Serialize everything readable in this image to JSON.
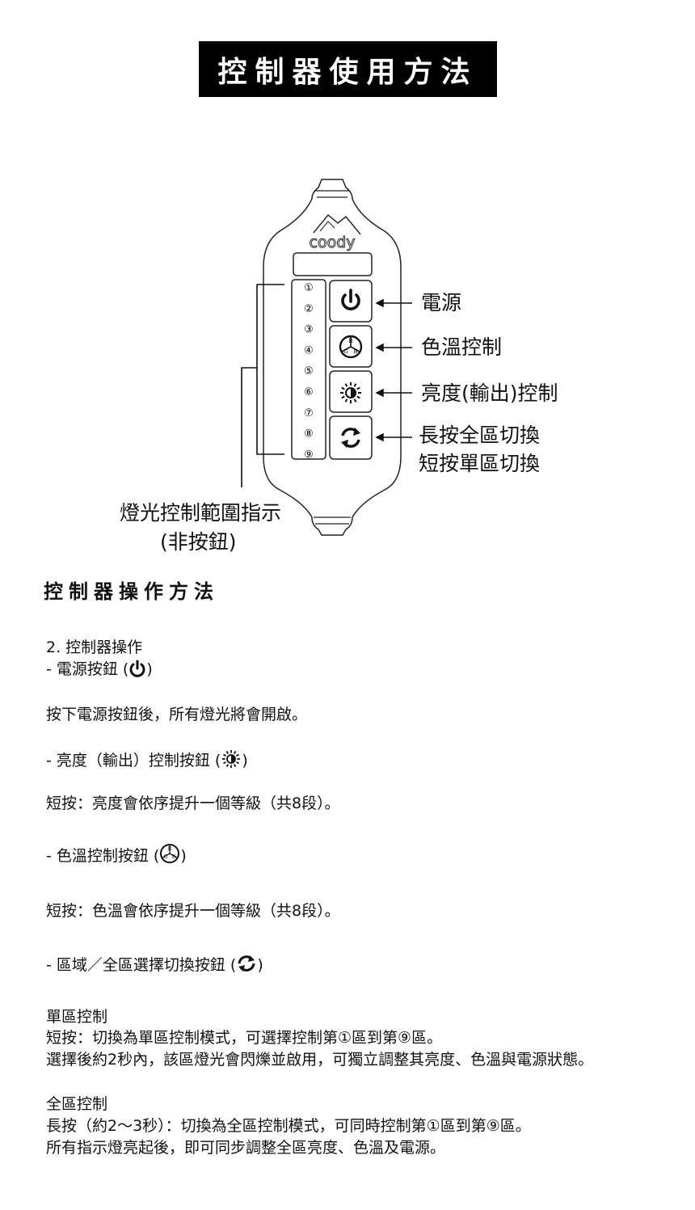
{
  "header": {
    "title": "控制器使用方法"
  },
  "device": {
    "brand": "coody",
    "zones": [
      "①",
      "②",
      "③",
      "④",
      "⑤",
      "⑥",
      "⑦",
      "⑧",
      "⑨"
    ]
  },
  "callouts": {
    "power": "電源",
    "color_temp": "色溫控制",
    "brightness": "亮度(輸出)控制",
    "zone_long": "長按全區切換",
    "zone_short": "短按單區切換",
    "indicator_line1": "燈光控制範圍指示",
    "indicator_line2": "(非按鈕)"
  },
  "section": {
    "heading": "控制器操作方法",
    "step_title": "2. 控制器操作",
    "power_label": "- 電源按鈕 (",
    "power_desc": "按下電源按鈕後，所有燈光將會開啟。",
    "bright_label": "- 亮度（輸出）控制按鈕 (",
    "bright_desc": "短按：亮度會依序提升一個等級（共8段）。",
    "color_label": "- 色溫控制按鈕 (",
    "color_desc": "短按：色溫會依序提升一個等級（共8段）。",
    "zone_label": "- 區域／全區選擇切換按鈕 (",
    "close_paren": ")",
    "single_title": "單區控制",
    "single_line1": "短按：切換為單區控制模式，可選擇控制第①區到第⑨區。",
    "single_line2": "選擇後約2秒內，該區燈光會閃爍並啟用，可獨立調整其亮度、色溫與電源狀態。",
    "all_title": "全區控制",
    "all_line1": "長按（約2～3秒）：切換為全區控制模式，可同時控制第①區到第⑨區。",
    "all_line2": "所有指示燈亮起後，即可同步調整全區亮度、色溫及電源。"
  },
  "icons": [
    "power-icon",
    "rgb-icon",
    "brightness-icon",
    "refresh-icon"
  ]
}
